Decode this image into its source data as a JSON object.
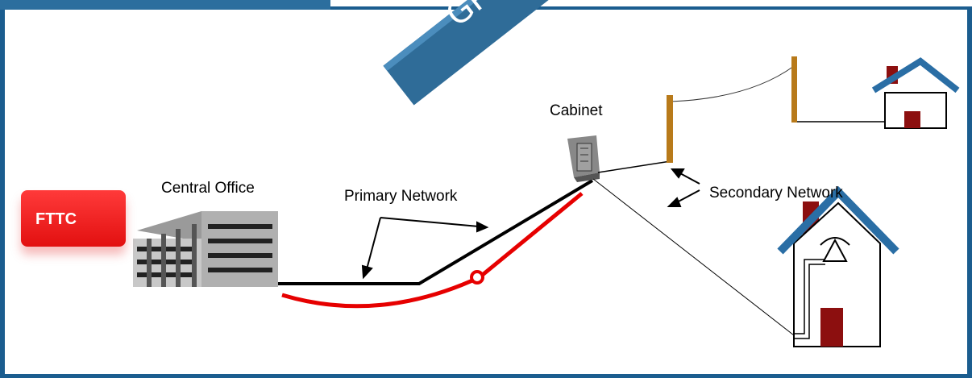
{
  "ribbon": {
    "text": "GPO"
  },
  "badge": {
    "text": "FTTC"
  },
  "labels": {
    "central_office": "Central Office",
    "primary_network": "Primary Network",
    "cabinet": "Cabinet",
    "secondary_network": "Secondary Network"
  },
  "colors": {
    "frame": "#1b5d8f",
    "tab": "#2c6e9e",
    "fiber": "#e60000",
    "roof": "#2a6ea5",
    "pole": "#b87a1a",
    "door": "#8c0f0f"
  }
}
